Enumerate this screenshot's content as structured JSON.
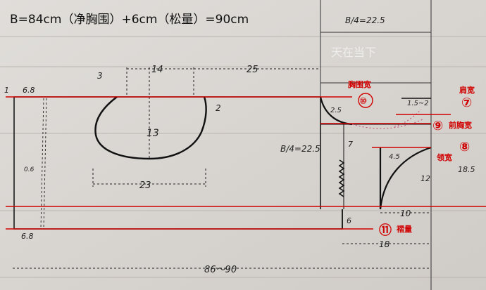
{
  "formula": "B=84cm（净胸围）+6cm（松量）=90cm",
  "watermark": "天在当下",
  "dims": {
    "top_quarter": "B/4=22.5",
    "side_quarter": "B/4=22.5",
    "w14": "14",
    "w25": "25",
    "w13": "13",
    "w23": "23",
    "d68_top": "6.8",
    "d68_bottom": "6.8",
    "d06": "0.6",
    "d1": "1",
    "d2": "2",
    "d3": "3",
    "d25": "2.5",
    "d15_2": "1.5~2",
    "d45": "4.5",
    "d7": "7",
    "d12": "12",
    "d185": "18.5",
    "d10": "10",
    "d18": "18",
    "d6": "6",
    "d86_90": "86～90"
  },
  "labels": {
    "bust_width": {
      "num": "⑩",
      "text": "胸围宽"
    },
    "shoulder_width": {
      "num": "⑦",
      "text": "肩宽"
    },
    "front_chest": {
      "num": "⑨",
      "text": "前胸宽"
    },
    "neck_width": {
      "num": "⑧",
      "text": "领宽"
    },
    "sleeve_allow": {
      "num": "⑪",
      "text": "褶量"
    }
  },
  "colors": {
    "paper": "#d9d6d2",
    "ink": "#1a1a1a",
    "red": "#d10000",
    "pink_dots": "#c06080"
  }
}
